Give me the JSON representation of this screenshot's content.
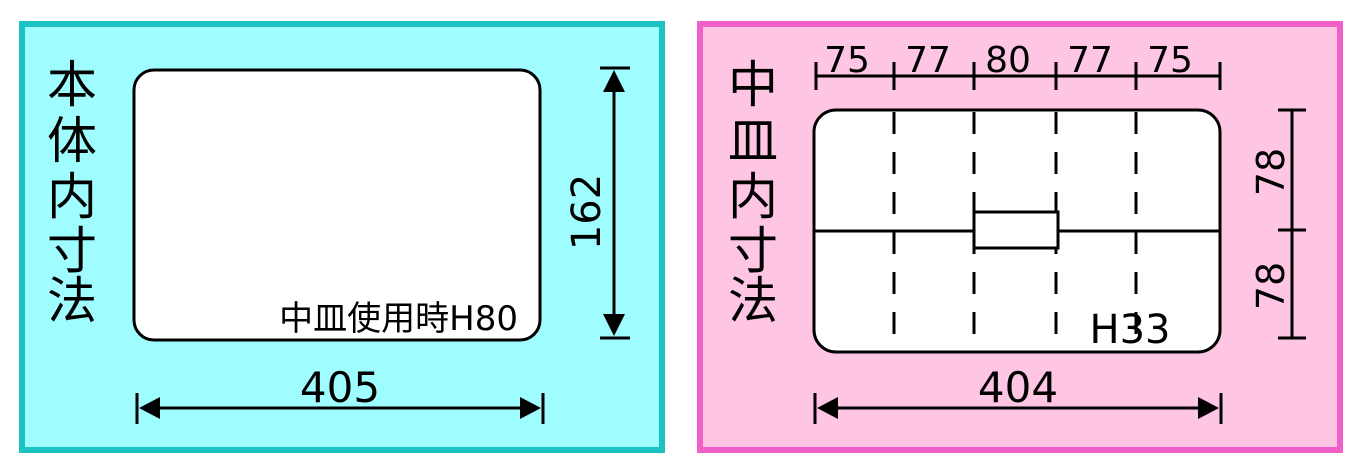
{
  "colors": {
    "left_border": "#1cc3c0",
    "left_fill": "#9ffdff",
    "right_border": "#f060c8",
    "right_fill": "#ffc6e3",
    "stroke": "#000000",
    "box_fill": "#ffffff"
  },
  "left_panel": {
    "title_chars": [
      "本",
      "体",
      "内",
      "寸",
      "法"
    ],
    "note": "中皿使用時H80",
    "width_label": "405",
    "height_label": "162"
  },
  "right_panel": {
    "title_chars": [
      "中",
      "皿",
      "内",
      "寸",
      "法"
    ],
    "top_dims": [
      "75",
      "77",
      "80",
      "77",
      "75"
    ],
    "note": "H33",
    "width_label": "404",
    "height_labels": [
      "78",
      "78"
    ]
  }
}
